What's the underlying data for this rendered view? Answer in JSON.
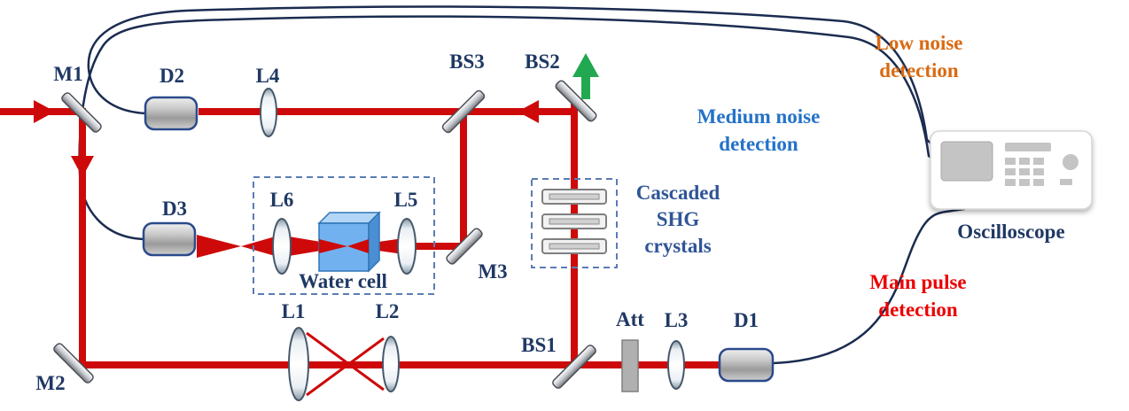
{
  "components": {
    "mirrors": {
      "m1": "M1",
      "m2": "M2",
      "m3": "M3"
    },
    "beamsplitters": {
      "bs1": "BS1",
      "bs2": "BS2",
      "bs3": "BS3"
    },
    "lenses": {
      "l1": "L1",
      "l2": "L2",
      "l3": "L3",
      "l4": "L4",
      "l5": "L5",
      "l6": "L6"
    },
    "detectors": {
      "d1": "D1",
      "d2": "D2",
      "d3": "D3"
    },
    "attenuator": "Att",
    "water_cell": "Water cell",
    "shg": {
      "line1": "Cascaded",
      "line2": "SHG",
      "line3": "crystals"
    },
    "oscilloscope": "Oscilloscope"
  },
  "annotations": {
    "low_noise": {
      "line1": "Low noise",
      "line2": "detection"
    },
    "medium_noise": {
      "line1": "Medium noise",
      "line2": "detection"
    },
    "main_pulse": {
      "line1": "Main pulse",
      "line2": "detection"
    }
  },
  "colors": {
    "beam_red": "#ce0909",
    "cable_navy": "#1b2c50",
    "label_navy": "#1f3864",
    "low_noise_orange": "#d96a12",
    "medium_noise_blue": "#2472c8",
    "main_pulse_red": "#ec0000",
    "shg_label_blue": "#2f5597",
    "green_arrow": "#22a850",
    "water_cube_blue": "#6aadee"
  }
}
